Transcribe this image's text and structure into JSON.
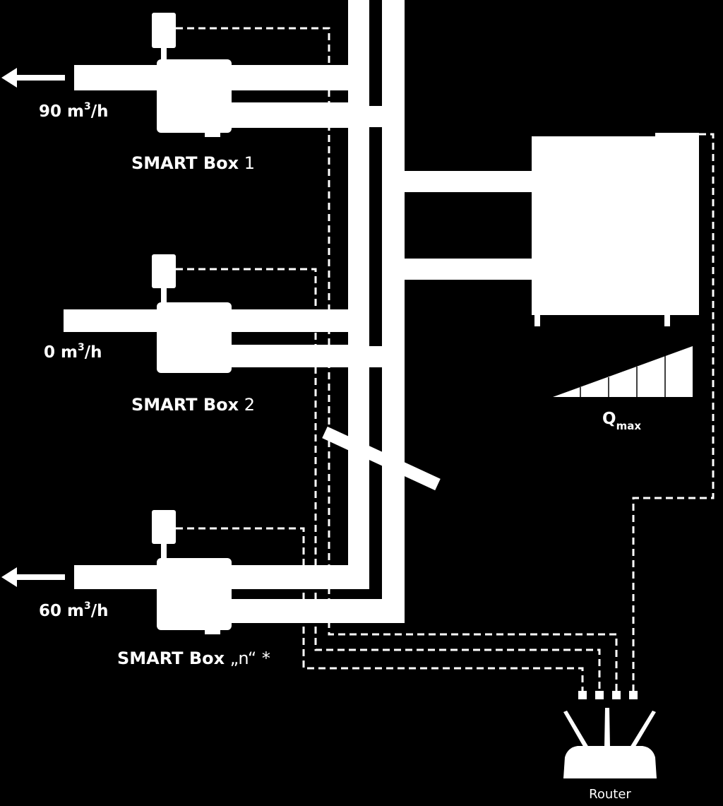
{
  "boxes": [
    {
      "flow_value": "90 m",
      "flow_sup": "3",
      "flow_unit": "/h",
      "name": "SMART Box",
      "index": " 1",
      "has_outflow_arrow": true
    },
    {
      "flow_value": "0 m",
      "flow_sup": "3",
      "flow_unit": "/h",
      "name": "SMART Box",
      "index": " 2",
      "has_outflow_arrow": false
    },
    {
      "flow_value": "60 m",
      "flow_sup": "3",
      "flow_unit": "/h",
      "name": "SMART Box",
      "index": " „n“ *",
      "has_outflow_arrow": true
    }
  ],
  "qmax": {
    "main": "Q",
    "sub": "max"
  },
  "router": {
    "label": "Router",
    "ports": 4
  }
}
